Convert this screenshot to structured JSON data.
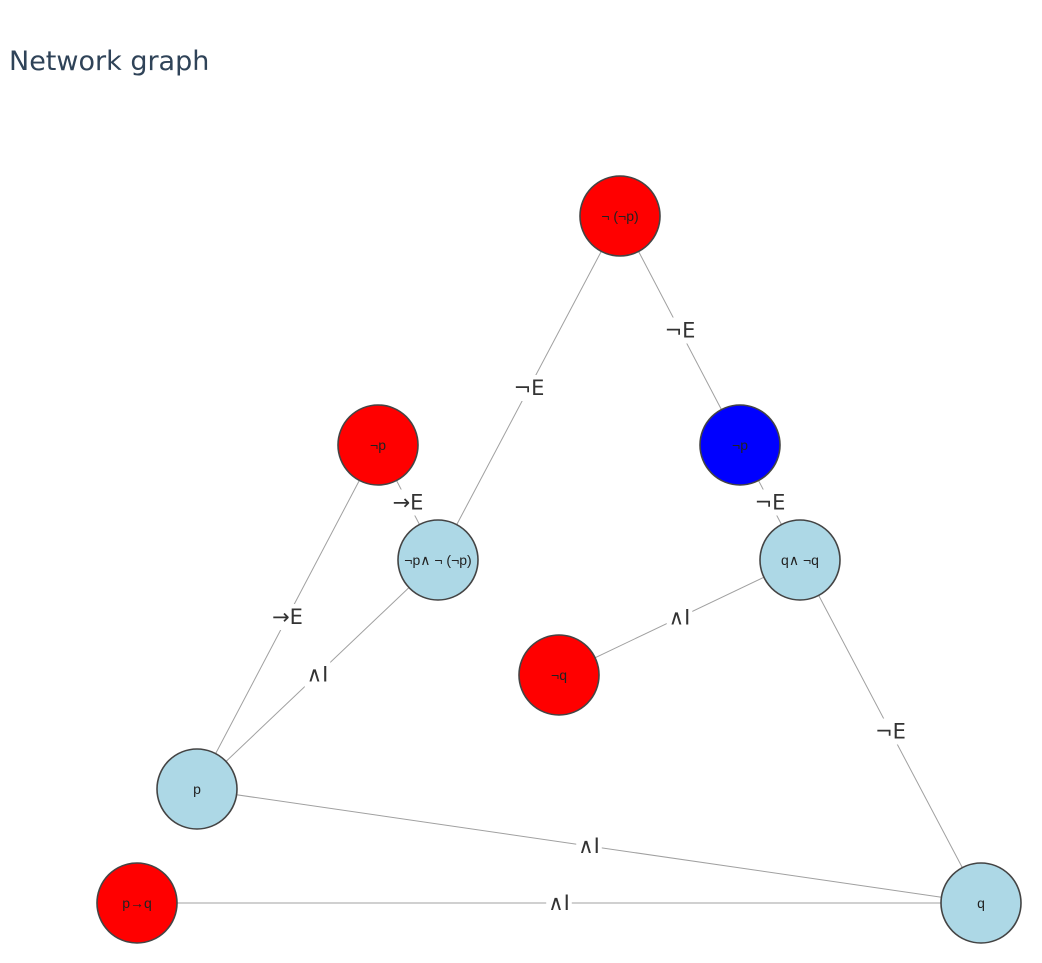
{
  "page": {
    "title": "Network graph"
  },
  "colors": {
    "premise": "#ff0000",
    "selected": "#0000ff",
    "derived": "#add8e6",
    "edge": "#a0a0a0",
    "border": "#444444"
  },
  "graph": {
    "nodes": [
      {
        "id": "n1",
        "label": "¬ (¬p)",
        "kind": "premise"
      },
      {
        "id": "n2",
        "label": "¬p",
        "kind": "premise"
      },
      {
        "id": "n3",
        "label": "¬p",
        "kind": "selected"
      },
      {
        "id": "n4",
        "label": "¬p∧ ¬ (¬p)",
        "kind": "derived"
      },
      {
        "id": "n5",
        "label": "q∧ ¬q",
        "kind": "derived"
      },
      {
        "id": "n6",
        "label": "¬q",
        "kind": "premise"
      },
      {
        "id": "n7",
        "label": "p",
        "kind": "derived"
      },
      {
        "id": "n8",
        "label": "p→q",
        "kind": "premise"
      },
      {
        "id": "n9",
        "label": "q",
        "kind": "derived"
      }
    ],
    "edges": [
      {
        "from": "n1",
        "to": "n4",
        "label": "¬E"
      },
      {
        "from": "n1",
        "to": "n3",
        "label": "¬E"
      },
      {
        "from": "n2",
        "to": "n4",
        "label": "→E"
      },
      {
        "from": "n3",
        "to": "n5",
        "label": "¬E"
      },
      {
        "from": "n2",
        "to": "n7",
        "label": "→E"
      },
      {
        "from": "n4",
        "to": "n7",
        "label": "∧I"
      },
      {
        "from": "n6",
        "to": "n5",
        "label": "∧I"
      },
      {
        "from": "n5",
        "to": "n9",
        "label": "¬E"
      },
      {
        "from": "n7",
        "to": "n9",
        "label": "∧I"
      },
      {
        "from": "n8",
        "to": "n9",
        "label": "∧I"
      }
    ]
  }
}
